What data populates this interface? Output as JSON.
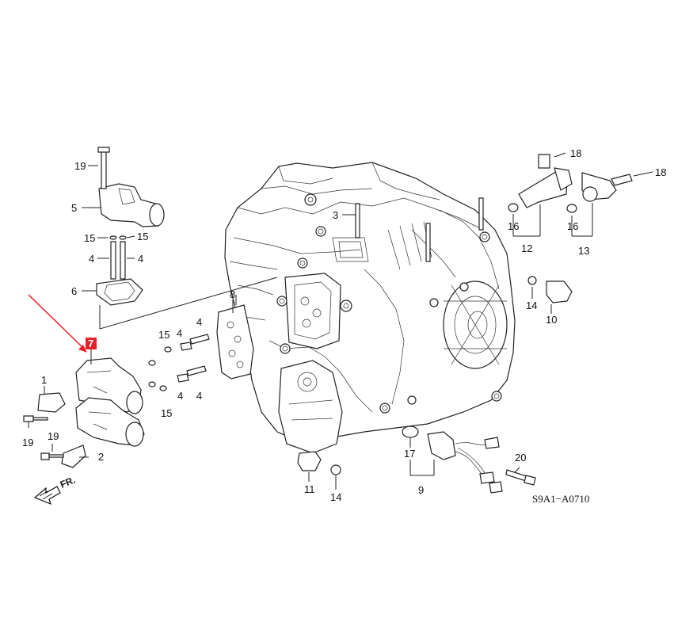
{
  "diagram": {
    "code": "S9A1−A0710",
    "front_label": "FR.",
    "highlight_color": "#e8202a",
    "arrow_color": "#e8202a",
    "highlighted_callout": "7",
    "callouts": {
      "c1": "1",
      "c2": "2",
      "c3": "3",
      "c4a": "4",
      "c4b": "4",
      "c4c": "4",
      "c4d": "4",
      "c4e": "4",
      "c5": "5",
      "c6": "6",
      "c8": "8",
      "c9": "9",
      "c10": "10",
      "c11": "11",
      "c12": "12",
      "c13": "13",
      "c14a": "14",
      "c14b": "14",
      "c15a": "15",
      "c15b": "15",
      "c15c": "15",
      "c15d": "15",
      "c16a": "16",
      "c16b": "16",
      "c17": "17",
      "c18a": "18",
      "c18b": "18",
      "c19a": "19",
      "c19b": "19",
      "c19c": "19",
      "c20": "20"
    }
  }
}
